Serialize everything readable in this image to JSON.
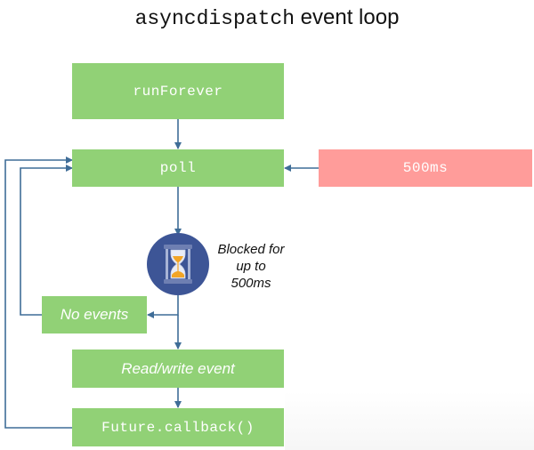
{
  "title": {
    "mono_part": "asyncdispatch",
    "sans_part": "event loop"
  },
  "nodes": {
    "run_forever": "runForever",
    "poll": "poll",
    "timeout": "500ms",
    "no_events": "No events",
    "read_write_event": "Read/write event",
    "future_callback": "Future.callback()"
  },
  "blocked_label": {
    "line1": "Blocked for",
    "line2": "up to",
    "line3": "500ms"
  },
  "icons": {
    "blocking": "hourglass-icon"
  },
  "colors": {
    "green_box": "#91d176",
    "red_box": "#ff9c9a",
    "arrow": "#3f6d97",
    "hourglass_circle": "#3d5596",
    "hourglass_sand": "#f2a526"
  }
}
